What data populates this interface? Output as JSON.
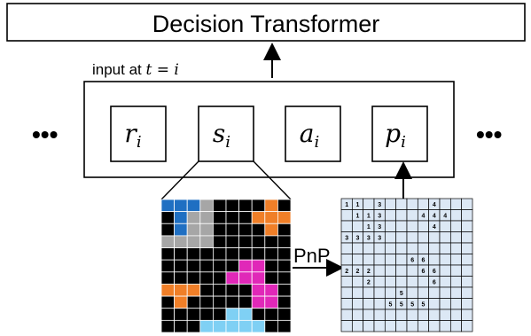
{
  "title": "Decision Transformer",
  "input_label_prefix": "input at ",
  "input_label_math": "t = i",
  "ellipsis_left": "•••",
  "ellipsis_right": "•••",
  "tokens": [
    {
      "base": "r",
      "sub": "i"
    },
    {
      "base": "s",
      "sub": "i"
    },
    {
      "base": "a",
      "sub": "i"
    },
    {
      "base": "p",
      "sub": "i"
    }
  ],
  "pnp_label": "PnP",
  "colors": {
    "background_cell": "#000000",
    "grid_line": "#ffffff",
    "blue": "#1f6fc2",
    "gray": "#a6a6a6",
    "orange": "#f07f28",
    "magenta": "#e028b8",
    "light_blue": "#7fd0f4",
    "table_cell": "#dce8f5"
  },
  "state_grid": {
    "rows": 10,
    "cols": 10,
    "cells": [
      "B B B G . . . . O .",
      ". B G G . . . O O O",
      ". B G G . . . . O .",
      "G G G G . . . . . .",
      ". . . . . . . . . .",
      ". . . . . . M M . .",
      ". . . . . M M M . .",
      "O O O . . . . M M .",
      ". O . . . . . M M .",
      ". . . . . L L . . .",
      ". . . L L L L L . ."
    ]
  },
  "number_grid": {
    "rows": 12,
    "cols": 12,
    "cells": [
      [
        "1",
        "1",
        "",
        "3",
        "",
        "",
        "",
        "",
        "4",
        "",
        "",
        ""
      ],
      [
        "",
        "1",
        "1",
        "3",
        "",
        "",
        "",
        "4",
        "4",
        "4",
        "",
        ""
      ],
      [
        "",
        "",
        "1",
        "3",
        "",
        "",
        "",
        "",
        "4",
        "",
        "",
        ""
      ],
      [
        "3",
        "3",
        "3",
        "3",
        "",
        "",
        "",
        "",
        "",
        "",
        "",
        ""
      ],
      [
        "",
        "",
        "",
        "",
        "",
        "",
        "",
        "",
        "",
        "",
        "",
        ""
      ],
      [
        "",
        "",
        "",
        "",
        "",
        "",
        "6",
        "6",
        "",
        "",
        "",
        ""
      ],
      [
        "2",
        "2",
        "2",
        "",
        "",
        "",
        "",
        "6",
        "6",
        "",
        "",
        ""
      ],
      [
        "",
        "",
        "2",
        "",
        "",
        "",
        "",
        "",
        "6",
        "",
        "",
        ""
      ],
      [
        "",
        "",
        "",
        "",
        "",
        "5",
        "",
        "",
        "",
        "",
        "",
        ""
      ],
      [
        "",
        "",
        "",
        "",
        "5",
        "5",
        "5",
        "5",
        "",
        "",
        "",
        ""
      ],
      [
        "",
        "",
        "",
        "",
        "",
        "",
        "",
        "",
        "",
        "",
        "",
        ""
      ],
      [
        "",
        "",
        "",
        "",
        "",
        "",
        "",
        "",
        "",
        "",
        "",
        ""
      ]
    ]
  }
}
